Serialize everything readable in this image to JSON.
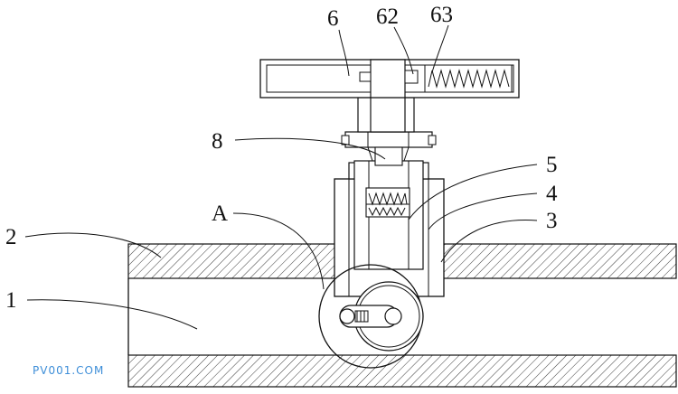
{
  "labels": {
    "l1": "1",
    "l2": "2",
    "l3": "3",
    "l4": "4",
    "l5": "5",
    "l6": "6",
    "l8": "8",
    "l62": "62",
    "l63": "63",
    "lA": "A"
  },
  "watermark": "PV001.COM"
}
